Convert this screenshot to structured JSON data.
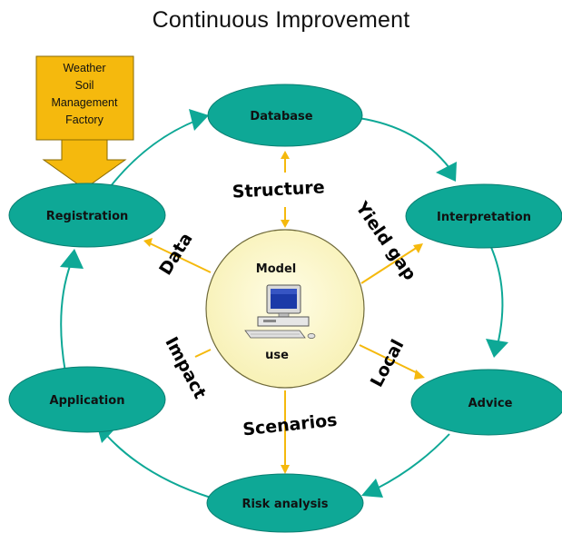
{
  "title": "Continuous Improvement",
  "colors": {
    "node_fill": "#0ea896",
    "cycle_arrow": "#0ea896",
    "spoke_arrow": "#f5b90d",
    "center_fill": "#fbf7c3",
    "input_box_fill": "#f5b90d"
  },
  "input_box": {
    "lines": [
      "Weather",
      "Soil",
      "Management",
      "Factory"
    ]
  },
  "center": {
    "top_label": "Model",
    "bottom_label": "use",
    "icon": "desktop-computer-icon"
  },
  "nodes": [
    {
      "id": "database",
      "label": "Database"
    },
    {
      "id": "interpretation",
      "label": "Interpretation"
    },
    {
      "id": "advice",
      "label": "Advice"
    },
    {
      "id": "risk-analysis",
      "label": "Risk analysis"
    },
    {
      "id": "application",
      "label": "Application"
    },
    {
      "id": "registration",
      "label": "Registration"
    }
  ],
  "spokes": [
    {
      "id": "structure",
      "label": "Structure"
    },
    {
      "id": "yield-gap",
      "label": "Yield gap"
    },
    {
      "id": "local",
      "label": "Local"
    },
    {
      "id": "scenarios",
      "label": "Scenarios"
    },
    {
      "id": "impact",
      "label": "Impact"
    },
    {
      "id": "data",
      "label": "Data"
    }
  ]
}
